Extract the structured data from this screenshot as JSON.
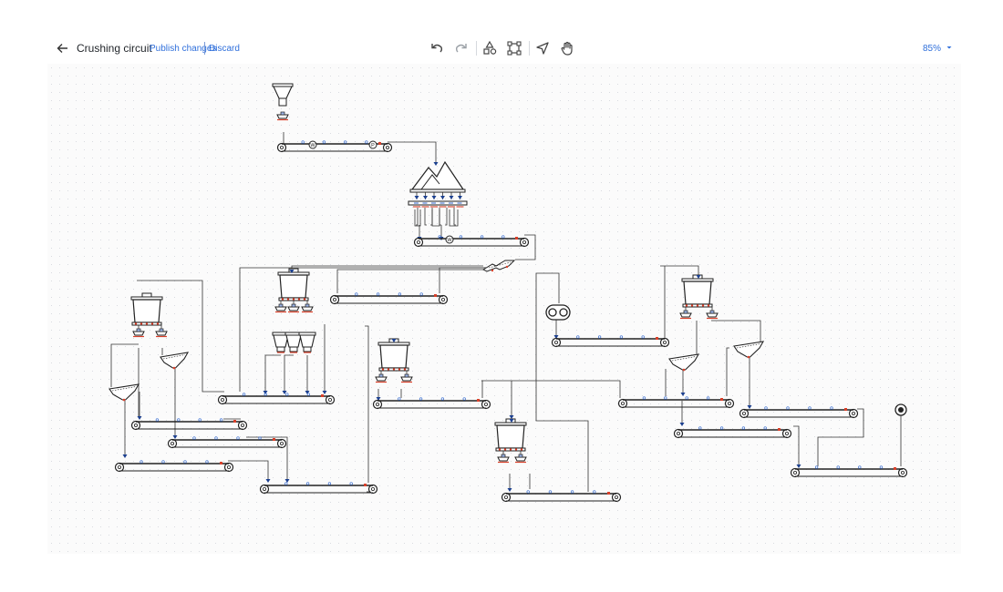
{
  "header": {
    "back_icon": "arrow-left-icon",
    "title": "Crushing circuit",
    "publish_label": "Publish changes",
    "discard_label": "Discard",
    "zoom_label": "85%"
  },
  "toolbar": {
    "tools": [
      "undo-icon",
      "redo-icon",
      "shapes-icon",
      "frame-select-icon",
      "pointer-icon",
      "hand-icon"
    ]
  },
  "colors": {
    "accent": "#2f6fdb",
    "stroke": "#222222",
    "port_in": "#1b3f8f",
    "port_out": "#d9412b"
  },
  "conveyor_badges": {
    "w": "W",
    "p": "P"
  }
}
